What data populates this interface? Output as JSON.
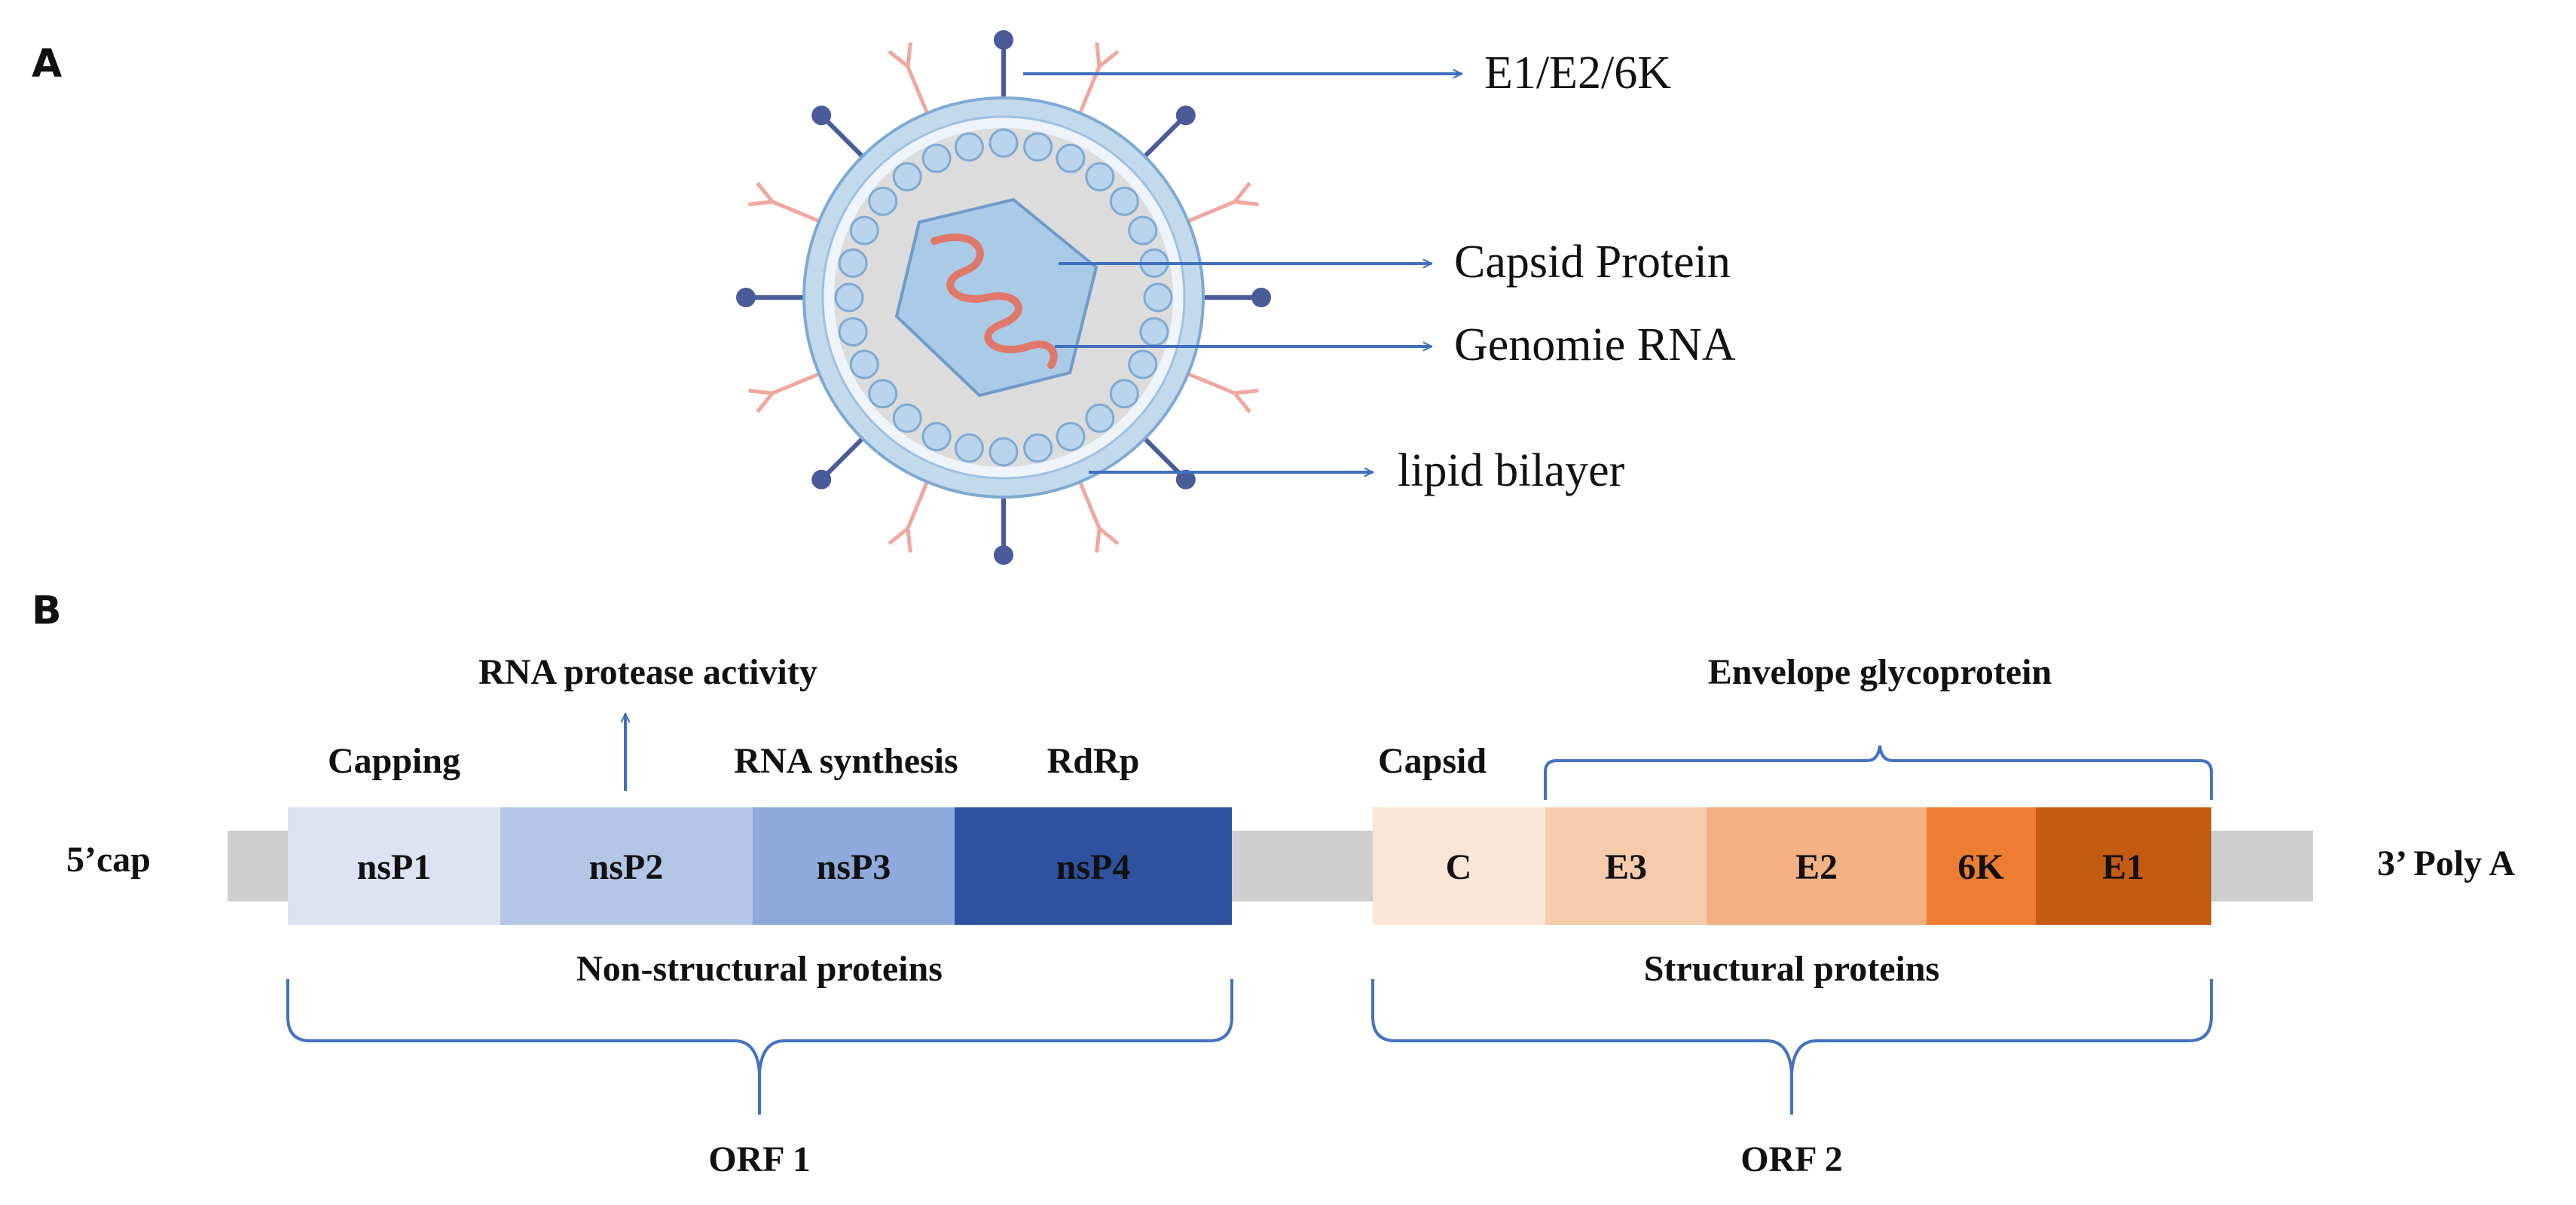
{
  "panel_a": {
    "letter": "A",
    "labels": {
      "envelope_proteins": "E1/E2/6K",
      "capsid_protein": "Capsid Protein",
      "genome_rna": "Genomie RNA",
      "lipid_bilayer": "lipid bilayer"
    },
    "colors": {
      "membrane": "#c3d9ec",
      "membrane_edge": "#7ea9d3",
      "interior": "#dcdcdc",
      "capsid_bead": "#b9d4ec",
      "capsid_hexagon": "#a9cbe8",
      "rna": "#e0786a",
      "spike_blue": "#4a5b9a",
      "spike_pink": "#f0a79d",
      "arrow": "#3f6fbf"
    }
  },
  "panel_b": {
    "letter": "B",
    "five_prime": "5’cap",
    "three_prime": "3’ Poly A",
    "nonstructural": {
      "segments": [
        {
          "label": "nsP1",
          "color": "#dbe3f4"
        },
        {
          "label": "nsP2",
          "color": "#b4c6e8"
        },
        {
          "label": "nsP3",
          "color": "#8eaadc"
        },
        {
          "label": "nsP4",
          "color": "#2f52a0"
        }
      ],
      "functions": {
        "capping": "Capping",
        "protease": "RNA protease activity",
        "synthesis": "RNA synthesis",
        "rdrp": "RdRp"
      },
      "group_label": "Non-structural proteins",
      "orf_label": "ORF 1"
    },
    "structural": {
      "segments": [
        {
          "label": "C",
          "color": "#fbe5d6"
        },
        {
          "label": "E3",
          "color": "#f8cbad"
        },
        {
          "label": "E2",
          "color": "#f4b183"
        },
        {
          "label": "6K",
          "color": "#ed7d31"
        },
        {
          "label": "E1",
          "color": "#c55a11"
        }
      ],
      "capsid_label": "Capsid",
      "envelope_label": "Envelope glycoprotein",
      "group_label": "Structural proteins",
      "orf_label": "ORF 2"
    },
    "colors": {
      "genome_bar": "#cfcfcf",
      "bracket": "#4472c4"
    }
  }
}
